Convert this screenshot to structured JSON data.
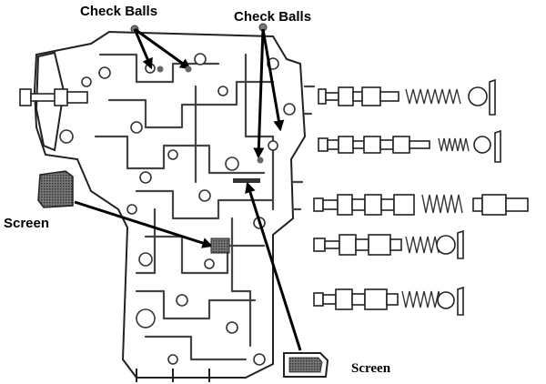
{
  "labels": {
    "check_balls_left": "Check Balls",
    "check_balls_right": "Check Balls",
    "screen_left": "Screen",
    "screen_bottom": "Screen"
  }
}
